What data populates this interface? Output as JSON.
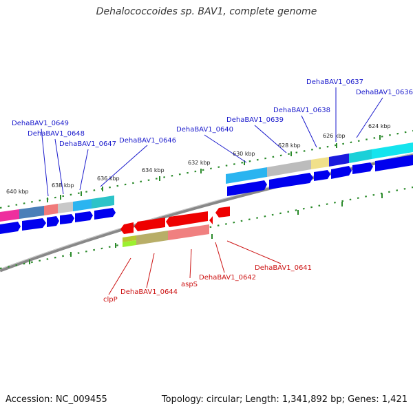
{
  "title": "Dehalococcoides sp. BAV1, complete genome",
  "footer": {
    "accession": "Accession: NC_009455",
    "summary": "Topology: circular; Length: 1,341,892 bp; Genes: 1,421"
  },
  "colors": {
    "forward_label": "#1a1acc",
    "reverse_label": "#cc1111",
    "forward_cds": "#0000ee",
    "reverse_cds": "#ee0000",
    "backbone": "#777777",
    "tick": "#227722"
  },
  "scale_labels": [
    "640 kbp",
    "638 kbp",
    "636 kbp",
    "634 kbp",
    "632 kbp",
    "630 kbp",
    "628 kbp",
    "626 kbp",
    "624 kbp"
  ],
  "forward_labels": [
    "DehaBAV1_0649",
    "DehaBAV1_0648",
    "DehaBAV1_0647",
    "DehaBAV1_0646",
    "DehaBAV1_0640",
    "DehaBAV1_0639",
    "DehaBAV1_0638",
    "DehaBAV1_0637",
    "DehaBAV1_0636"
  ],
  "reverse_labels": [
    "clpP",
    "DehaBAV1_0644",
    "aspS",
    "DehaBAV1_0642",
    "DehaBAV1_0641"
  ]
}
